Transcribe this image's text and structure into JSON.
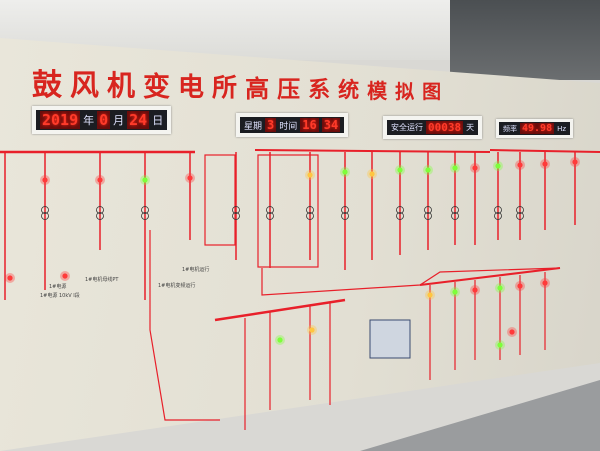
{
  "panel": {
    "title": "鼓风机变电所高压系统模拟图",
    "date_display": {
      "year": "2019",
      "year_unit": "年",
      "month": "0",
      "month_unit": "月",
      "day": "24",
      "day_unit": "日"
    },
    "time_display": {
      "weekday_label": "星期",
      "weekday": "3",
      "time_label": "时间",
      "hour": "16",
      "minute": "34"
    },
    "safety_display": {
      "label": "安全运行",
      "days": "00038",
      "unit": "天"
    },
    "frequency_display": {
      "label": "频率",
      "value": "49.98",
      "unit": "Hz"
    },
    "labels": [
      "1#电机母线PT",
      "1#电机运行",
      "1#电机变频运行",
      "1#电源",
      "1#电源 10kV I段"
    ],
    "colors": {
      "line": "#e8202a",
      "panel": "#e4e0d4",
      "light_red": "#ff3a3a",
      "light_green": "#7dff3a",
      "light_yellow": "#ffc640"
    }
  }
}
